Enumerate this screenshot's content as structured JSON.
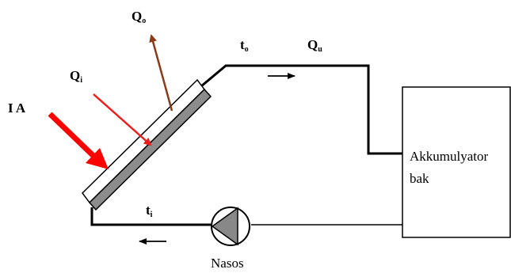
{
  "labels": {
    "incident": "I A",
    "q_in_main": "Q",
    "q_in_sub": "i",
    "q_out_main": "Q",
    "q_out_sub": "o",
    "t_out_main": "t",
    "t_out_sub": "o",
    "q_useful_main": "Q",
    "q_useful_sub": "u",
    "t_in_main": "t",
    "t_in_sub": "i",
    "tank_line1": "Akkumulyator",
    "tank_line2": "bak",
    "pump": "Nasos"
  },
  "colors": {
    "pipe": "#000000",
    "incident_arrow": "#ff0000",
    "absorbed_arrow": "#ee1c1c",
    "loss_arrow": "#8b3a1a",
    "absorber_fill": "#8c8c8c",
    "pump_fill": "#888888"
  }
}
